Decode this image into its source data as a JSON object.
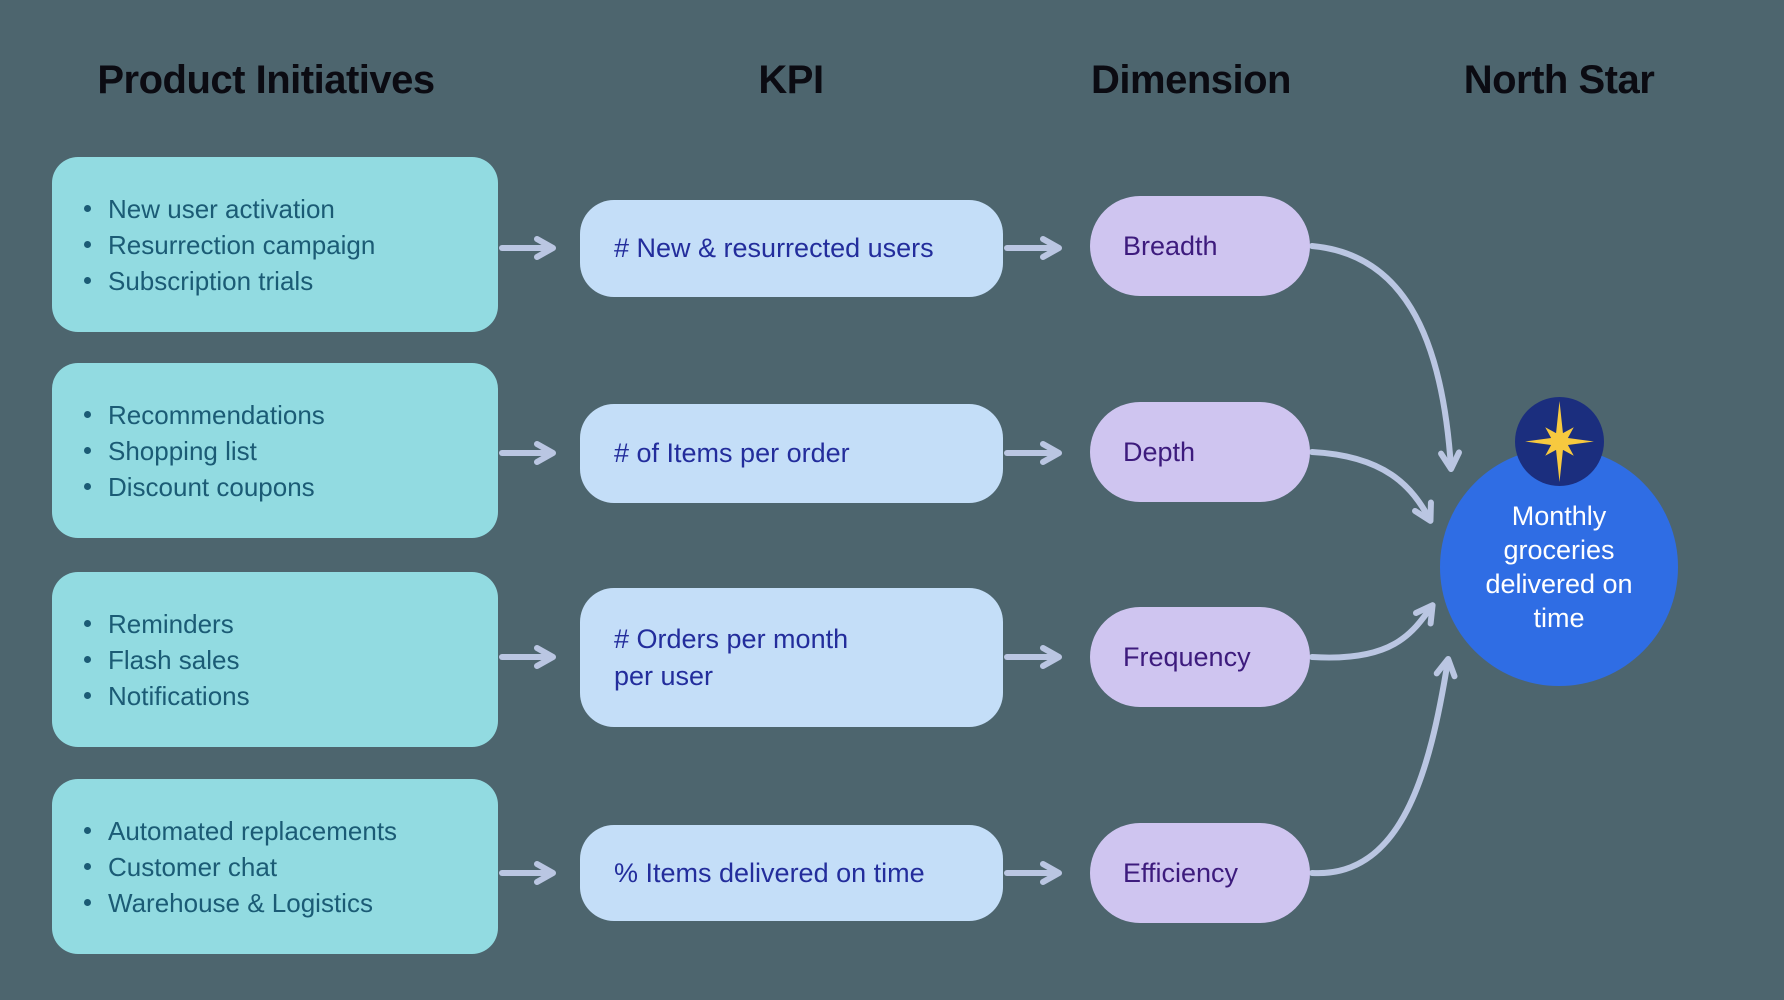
{
  "headers": {
    "initiatives": "Product Initiatives",
    "kpi": "KPI",
    "dimension": "Dimension",
    "north_star": "North Star"
  },
  "rows": [
    {
      "initiatives": [
        "New user activation",
        "Resurrection campaign",
        "Subscription trials"
      ],
      "kpi": "# New & resurrected users",
      "dimension": "Breadth"
    },
    {
      "initiatives": [
        "Recommendations",
        "Shopping list",
        "Discount coupons"
      ],
      "kpi": "# of Items per order",
      "dimension": "Depth"
    },
    {
      "initiatives": [
        "Reminders",
        "Flash sales",
        "Notifications"
      ],
      "kpi": "# Orders per month\nper user",
      "dimension": "Frequency"
    },
    {
      "initiatives": [
        "Automated replacements",
        "Customer chat",
        "Warehouse & Logistics"
      ],
      "kpi": "% Items delivered on time",
      "dimension": "Efficiency"
    }
  ],
  "north_star": {
    "label": "Monthly groceries delivered on time",
    "icon": "north-star-sparkle"
  },
  "palette": {
    "background": "#4d656e",
    "header_text": "#0b0b12",
    "initiative_box": "#92dbe1",
    "initiative_text": "#1b5b75",
    "kpi_box": "#c4def8",
    "kpi_text": "#232d9c",
    "dimension_pill": "#cfc5f0",
    "dimension_text": "#3d1b7d",
    "north_star_circle": "#2f6de4",
    "north_star_text": "#ffffff",
    "badge_circle": "#1b2e7e",
    "star": "#f7c93f",
    "arrow": "#bac6e2"
  }
}
